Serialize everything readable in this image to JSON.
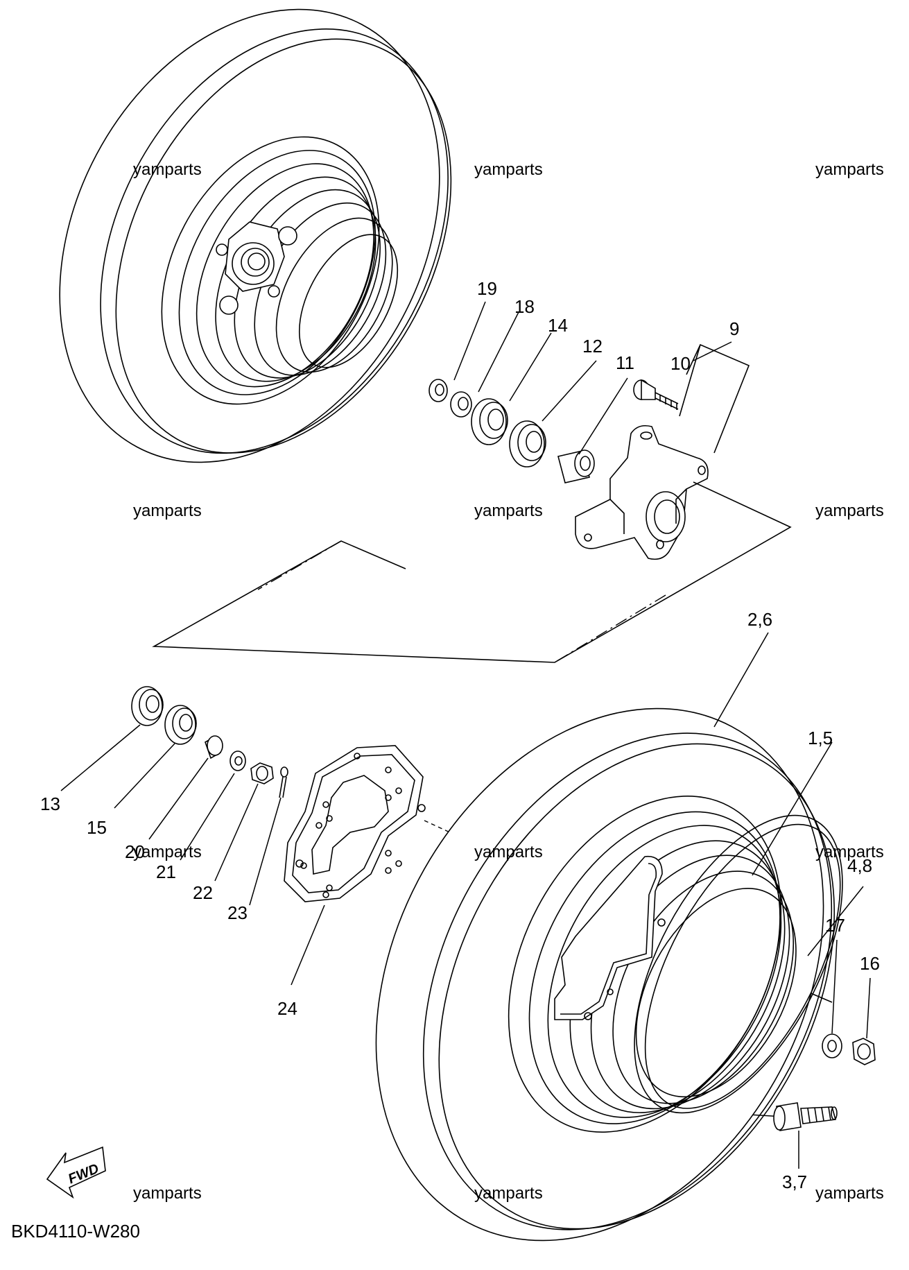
{
  "diagram_code": "BKD4110-W280",
  "direction_label": "FWD",
  "watermark_text": "yamparts",
  "callouts": {
    "c19": "19",
    "c18": "18",
    "c14": "14",
    "c12": "12",
    "c11": "11",
    "c10": "10",
    "c9": "9",
    "c2_6": "2,6",
    "c1_5": "1,5",
    "c4_8": "4,8",
    "c17": "17",
    "c16": "16",
    "c13": "13",
    "c15": "15",
    "c20": "20",
    "c21": "21",
    "c22": "22",
    "c23": "23",
    "c24": "24",
    "c3_7": "3,7"
  }
}
